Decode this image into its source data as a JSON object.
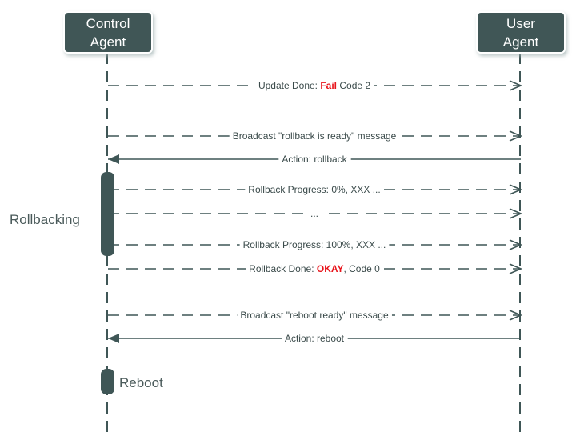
{
  "actors": {
    "control": {
      "line1": "Control",
      "line2": "Agent"
    },
    "user": {
      "line1": "User",
      "line2": "Agent"
    }
  },
  "messages": [
    {
      "id": "update-done",
      "direction": "to-user",
      "style": "dashed",
      "prefix": "Update Done: ",
      "highlight": "Fail",
      "suffix": " Code 2"
    },
    {
      "id": "broadcast-rollback-ready",
      "direction": "to-user",
      "style": "dashed",
      "prefix": "Broadcast \"rollback is ready\" message",
      "highlight": "",
      "suffix": ""
    },
    {
      "id": "action-rollback",
      "direction": "to-control",
      "style": "solid",
      "prefix": "Action: rollback",
      "highlight": "",
      "suffix": ""
    },
    {
      "id": "rollback-progress-0",
      "direction": "to-user",
      "style": "dashed",
      "prefix": "Rollback Progress: 0%, XXX ...",
      "highlight": "",
      "suffix": ""
    },
    {
      "id": "rollback-progress-mid",
      "direction": "to-user",
      "style": "dashed",
      "prefix": "...",
      "highlight": "",
      "suffix": ""
    },
    {
      "id": "rollback-progress-100",
      "direction": "to-user",
      "style": "dashed",
      "prefix": "Rollback Progress: 100%, XXX ...",
      "highlight": "",
      "suffix": ""
    },
    {
      "id": "rollback-done",
      "direction": "to-user",
      "style": "dashed",
      "prefix": "Rollback Done: ",
      "highlight": "OKAY",
      "suffix": ", Code 0"
    },
    {
      "id": "broadcast-reboot-ready",
      "direction": "to-user",
      "style": "dashed",
      "prefix": "Broadcast \"reboot ready\" message",
      "highlight": "",
      "suffix": ""
    },
    {
      "id": "action-reboot",
      "direction": "to-control",
      "style": "solid",
      "prefix": "Action: reboot",
      "highlight": "",
      "suffix": ""
    }
  ],
  "states": {
    "rollbacking": "Rollbacking",
    "reboot": "Reboot"
  },
  "colors": {
    "actor_fill": "#3f5656",
    "line": "#3f5656",
    "highlight": "#e8141b"
  }
}
